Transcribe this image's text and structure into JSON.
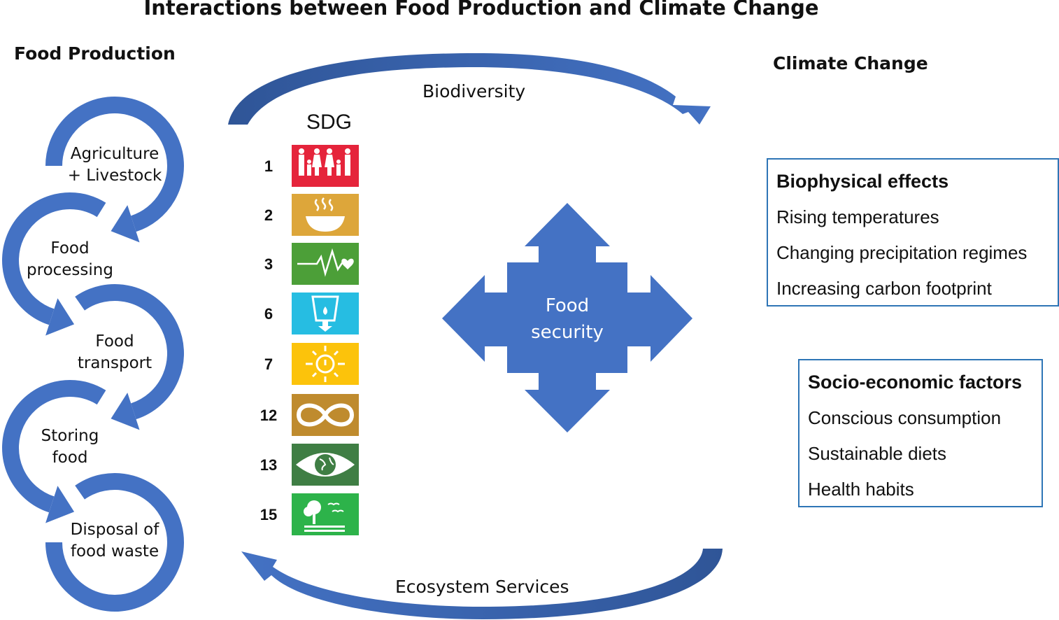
{
  "title": "Interactions between Food Production and Climate Change",
  "food_production": {
    "heading": "Food Production",
    "steps": [
      {
        "line1": "Agriculture",
        "line2": "+ Livestock"
      },
      {
        "line1": "Food",
        "line2": "processing"
      },
      {
        "line1": "Food",
        "line2": "transport"
      },
      {
        "line1": "Storing",
        "line2": "food"
      },
      {
        "line1": "Disposal of",
        "line2": "food waste"
      }
    ]
  },
  "sdg": {
    "heading": "SDG",
    "goals": [
      {
        "number": "1",
        "icon": "family-icon",
        "color": "#E5243B"
      },
      {
        "number": "2",
        "icon": "bowl-icon",
        "color": "#DDA63A"
      },
      {
        "number": "3",
        "icon": "heartbeat-icon",
        "color": "#4C9F38"
      },
      {
        "number": "6",
        "icon": "water-glass-icon",
        "color": "#26BDE2"
      },
      {
        "number": "7",
        "icon": "sun-power-icon",
        "color": "#FCC30B"
      },
      {
        "number": "12",
        "icon": "infinity-icon",
        "color": "#BF8B2E"
      },
      {
        "number": "13",
        "icon": "eye-globe-icon",
        "color": "#3F7E44"
      },
      {
        "number": "15",
        "icon": "tree-birds-icon",
        "color": "#2DB34A"
      }
    ]
  },
  "cycle": {
    "top_label": "Biodiversity",
    "bottom_label": "Ecosystem Services"
  },
  "center": {
    "line1": "Food",
    "line2": "security"
  },
  "climate_change": {
    "heading": "Climate Change",
    "biophysical": {
      "heading": "Biophysical effects",
      "items": [
        "Rising temperatures",
        "Changing precipitation regimes",
        "Increasing carbon footprint"
      ]
    },
    "socio_economic": {
      "heading": "Socio-economic factors",
      "items": [
        "Conscious consumption",
        "Sustainable diets",
        "Health habits"
      ]
    }
  },
  "colors": {
    "arrow": "#4472C4",
    "arrow_dark": "#2F5597",
    "box_border": "#2E75B6"
  }
}
